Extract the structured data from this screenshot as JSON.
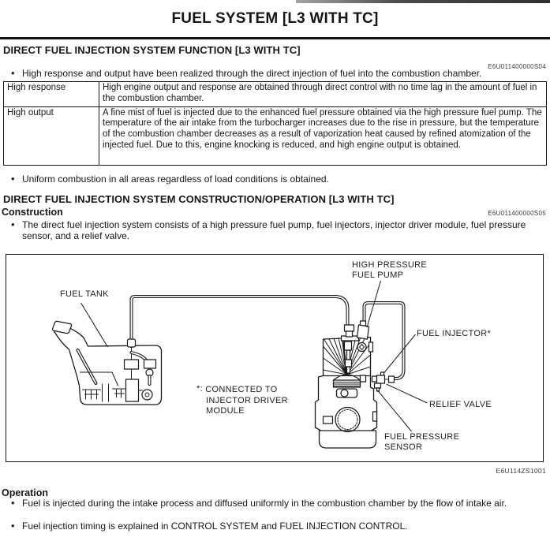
{
  "page": {
    "title": "FUEL SYSTEM [L3 WITH TC]"
  },
  "section_function": {
    "heading": "DIRECT FUEL INJECTION SYSTEM FUNCTION [L3 WITH TC]",
    "code": "E6U011400000S04",
    "bullet1": "High response and output have been realized through the direct injection of fuel into the combustion chamber.",
    "table": {
      "rows": [
        {
          "term": "High response",
          "description": "High engine output and response are obtained through direct control with no time lag in the amount of fuel in the combustion chamber."
        },
        {
          "term": "High output",
          "description": "A fine mist of fuel is injected due to the enhanced fuel pressure obtained via the high pressure fuel pump. The temperature of the air intake from the turbocharger increases due to the rise in pressure, but the temperature of the combustion chamber decreases as a result of vaporization heat caused by refined atomization of the injected fuel. Due to this, engine knocking is reduced, and high engine output is obtained."
        }
      ]
    },
    "bullet2": "Uniform combustion in all areas regardless of load conditions is obtained."
  },
  "section_construction": {
    "heading": "DIRECT FUEL INJECTION SYSTEM CONSTRUCTION/OPERATION [L3 WITH TC]",
    "code": "E6U011400000S05",
    "subheading": "Construction",
    "bullet": "The direct fuel injection system consists of a high pressure fuel pump, fuel injectors, injector driver module, fuel pressure sensor, and a relief valve."
  },
  "diagram": {
    "figure_code": "E6U114ZS1001",
    "labels": {
      "fuel_tank": "FUEL TANK",
      "hp_pump_line1": "HIGH PRESSURE",
      "hp_pump_line2": "FUEL PUMP",
      "fuel_injector": "FUEL INJECTOR*",
      "relief_valve": "RELIEF VALVE",
      "fuel_pressure_line1": "FUEL PRESSURE",
      "fuel_pressure_line2": "SENSOR",
      "note_prefix": "*:",
      "note_line1": "CONNECTED TO",
      "note_line2": "INJECTOR DRIVER",
      "note_line3": "MODULE"
    }
  },
  "section_operation": {
    "subheading": "Operation",
    "bullet1": "Fuel is injected during the intake process and diffused uniformly in the combustion chamber by the flow of intake air.",
    "bullet2": "Fuel injection timing is explained in CONTROL SYSTEM and FUEL INJECTION CONTROL."
  }
}
